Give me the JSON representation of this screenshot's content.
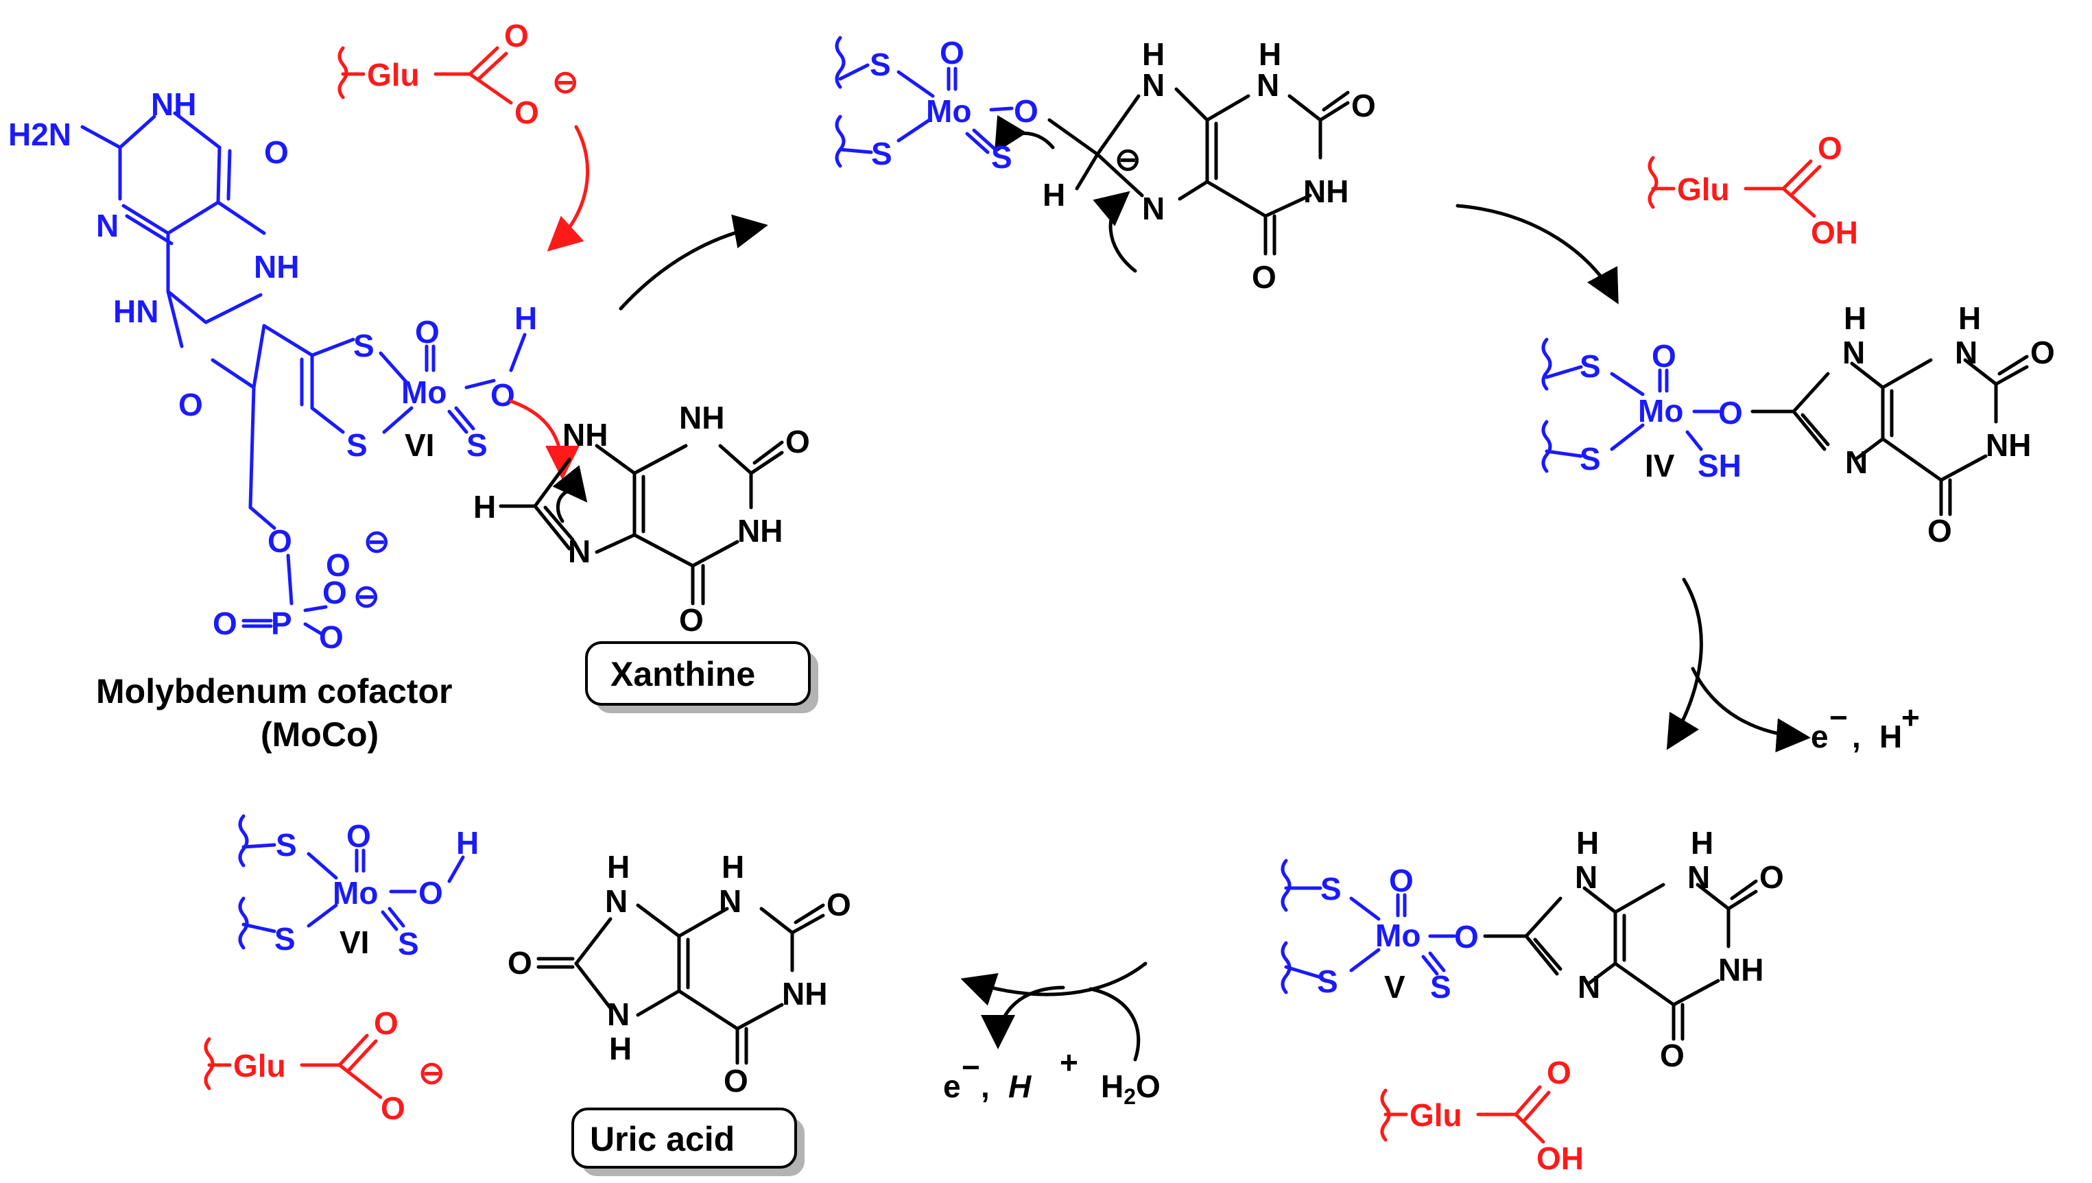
{
  "colors": {
    "cofactor": "#1a1aff",
    "glutamate": "#ff1a1a",
    "substrate": "#000000"
  },
  "labels": {
    "cofactor_name": "Molybdenum cofactor",
    "cofactor_abbr": "(MoCo)",
    "xanthine": "Xanthine",
    "uric_acid": "Uric acid"
  },
  "atoms": {
    "h2n": "H2N",
    "nh": "NH",
    "n": "N",
    "hn": "HN",
    "h": "H",
    "o": "O",
    "s": "S",
    "p": "P",
    "mo": "Mo",
    "oh": "OH",
    "sh": "SH",
    "glu": "Glu",
    "minus": "⊖",
    "vi": "VI",
    "iv": "IV",
    "v": "V"
  },
  "conditions": {
    "right_e": "e",
    "right_h": "H",
    "bottom_e": "e",
    "bottom_h": "H",
    "bottom_plus": "+",
    "bottom_h2o": "H2O"
  }
}
